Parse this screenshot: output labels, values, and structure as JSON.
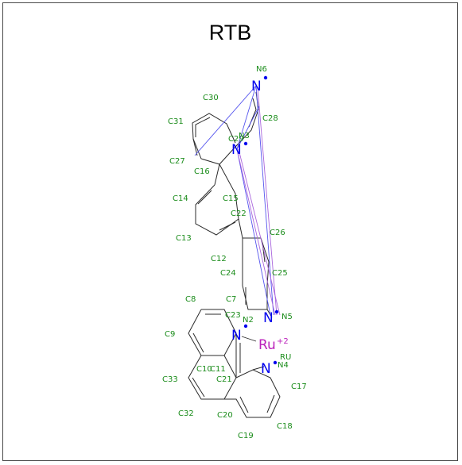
{
  "title": "RTB",
  "colors": {
    "bond": "#2b2b2b",
    "carbon_label": "#1a8c1a",
    "nitrogen": "#0000ee",
    "metal": "#bb22bb",
    "link_blue": "#5555ee",
    "link_purple": "#aa66dd"
  },
  "atoms": {
    "N6": {
      "label": "N",
      "tag": "N6"
    },
    "N3": {
      "label": "N",
      "tag": "N3"
    },
    "N5": {
      "label": "N",
      "tag": "N5"
    },
    "N2": {
      "label": "N",
      "tag": "N2"
    },
    "N4": {
      "label": "N",
      "tag": "N4"
    },
    "RU": {
      "label": "Ru",
      "charge": "+2",
      "tag": "RU"
    }
  },
  "carbon_labels": [
    "C30",
    "C31",
    "C28",
    "C29",
    "C27",
    "C16",
    "C14",
    "C15",
    "C22",
    "C13",
    "C26",
    "C12",
    "C24",
    "C25",
    "C8",
    "C7",
    "C23",
    "C9",
    "C33",
    "C10",
    "C11",
    "C21",
    "C17",
    "C32",
    "C20",
    "C18",
    "C19"
  ]
}
